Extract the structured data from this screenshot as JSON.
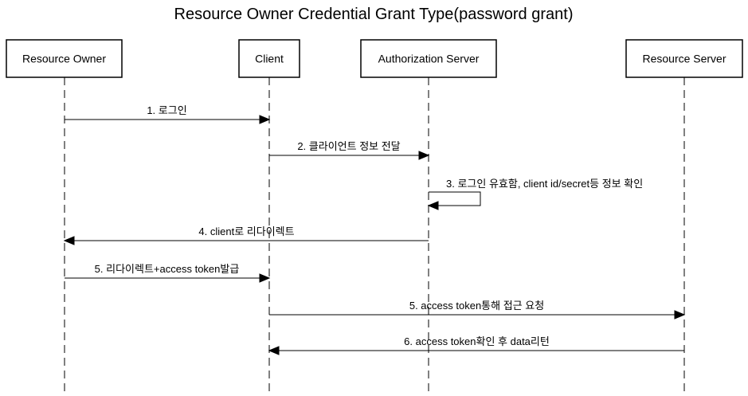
{
  "title": "Resource Owner Credential Grant Type(password grant)",
  "participants": [
    {
      "id": "owner",
      "label": "Resource Owner"
    },
    {
      "id": "client",
      "label": "Client"
    },
    {
      "id": "auth",
      "label": "Authorization Server"
    },
    {
      "id": "resource",
      "label": "Resource Server"
    }
  ],
  "messages": [
    {
      "from": "owner",
      "to": "client",
      "label": "1. 로그인"
    },
    {
      "from": "client",
      "to": "auth",
      "label": "2. 클라이언트 정보 전달"
    },
    {
      "from": "auth",
      "to": "auth",
      "label": "3. 로그인 유효함, client id/secret등 정보 확인"
    },
    {
      "from": "auth",
      "to": "owner",
      "label": "4. client로 리다이렉트"
    },
    {
      "from": "owner",
      "to": "client",
      "label": "5. 리다이렉트+access token발급"
    },
    {
      "from": "client",
      "to": "resource",
      "label": "5. access token통해 접근 요청"
    },
    {
      "from": "resource",
      "to": "client",
      "label": "6. access token확인 후 data리턴"
    }
  ],
  "colors": {
    "line": "#000000",
    "background": "#ffffff",
    "text": "#000000"
  }
}
